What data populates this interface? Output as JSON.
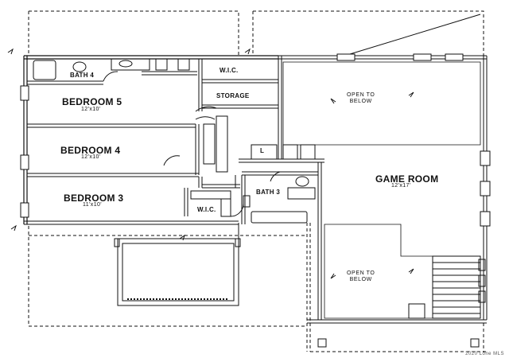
{
  "rooms": {
    "bath4": {
      "name": "BATH 4"
    },
    "wic_top": {
      "name": "W.I.C."
    },
    "storage": {
      "name": "STORAGE"
    },
    "bedroom5": {
      "name": "BEDROOM 5",
      "size": "12'x10'"
    },
    "bedroom4": {
      "name": "BEDROOM 4",
      "size": "12'x10'"
    },
    "bedroom3": {
      "name": "BEDROOM 3",
      "size": "11'x10'"
    },
    "wic_bottom": {
      "name": "W.I.C."
    },
    "bath3": {
      "name": "BATH 3"
    },
    "linen": {
      "name": "L"
    },
    "game_room": {
      "name": "GAME ROOM",
      "size": "12'x17'"
    }
  },
  "openings": {
    "upper": {
      "line1": "OPEN TO",
      "line2": "BELOW"
    },
    "lower": {
      "line1": "OPEN TO",
      "line2": "BELOW"
    }
  },
  "watermark": "2020 Lone MLS"
}
